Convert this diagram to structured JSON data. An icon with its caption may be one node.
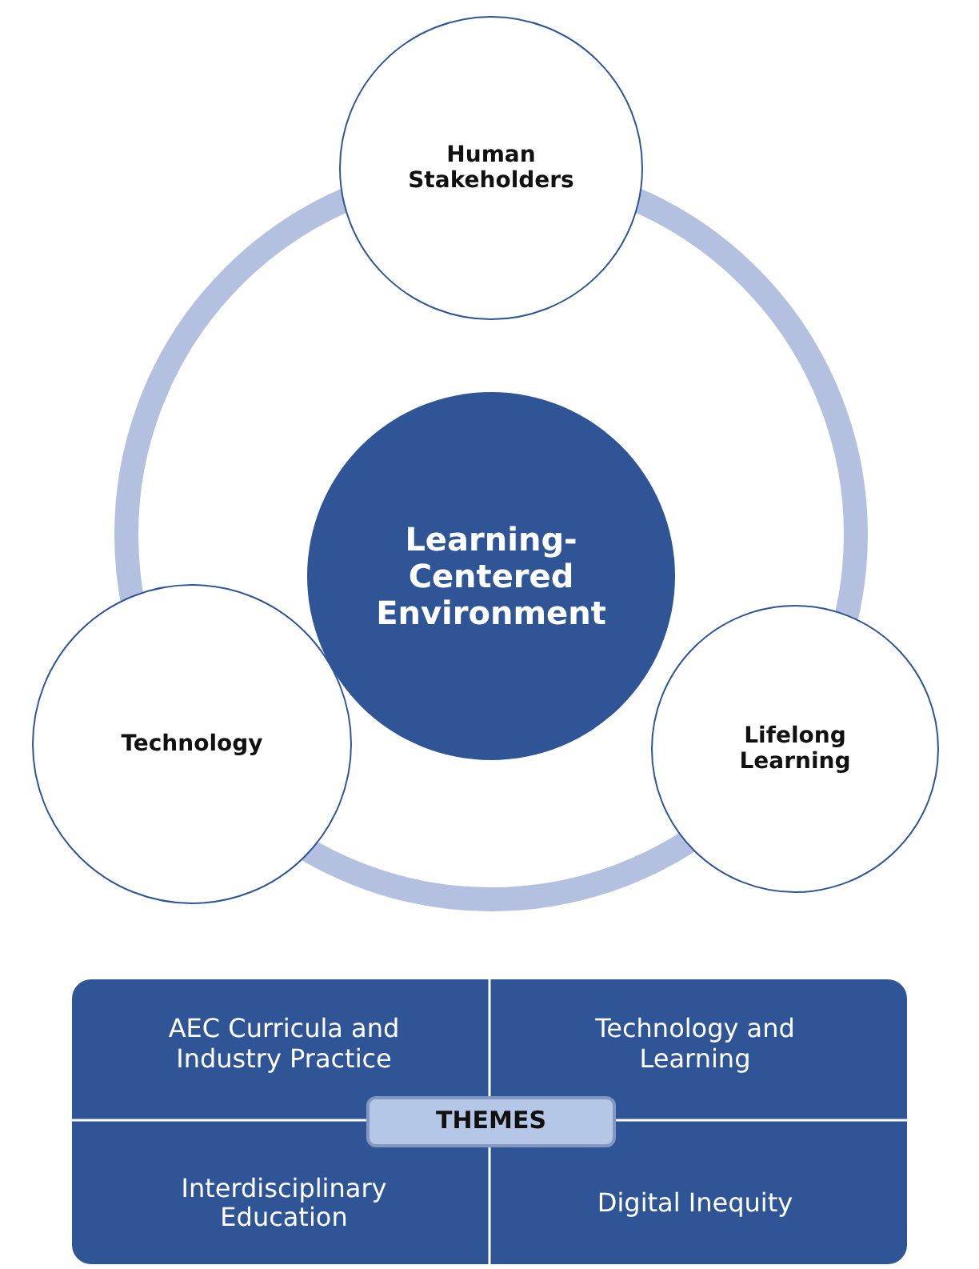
{
  "diagram": {
    "nodes": [
      {
        "text": [
          "Human Stakeholders"
        ]
      },
      {
        "text": [
          "Learning-Centered Environment"
        ]
      },
      {
        "text": [
          "Technology"
        ]
      },
      {
        "text": [
          "Lifelong Learning"
        ]
      },
      {
        "text": [
          "AEC Curricula and Industry Practice"
        ]
      },
      {
        "text": [
          "Technology and Learning"
        ]
      },
      {
        "text": [
          "THEMES"
        ]
      },
      {
        "text": [
          "Interdisciplinary Education"
        ]
      },
      {
        "text": [
          "Digital Inequity"
        ]
      }
    ]
  }
}
